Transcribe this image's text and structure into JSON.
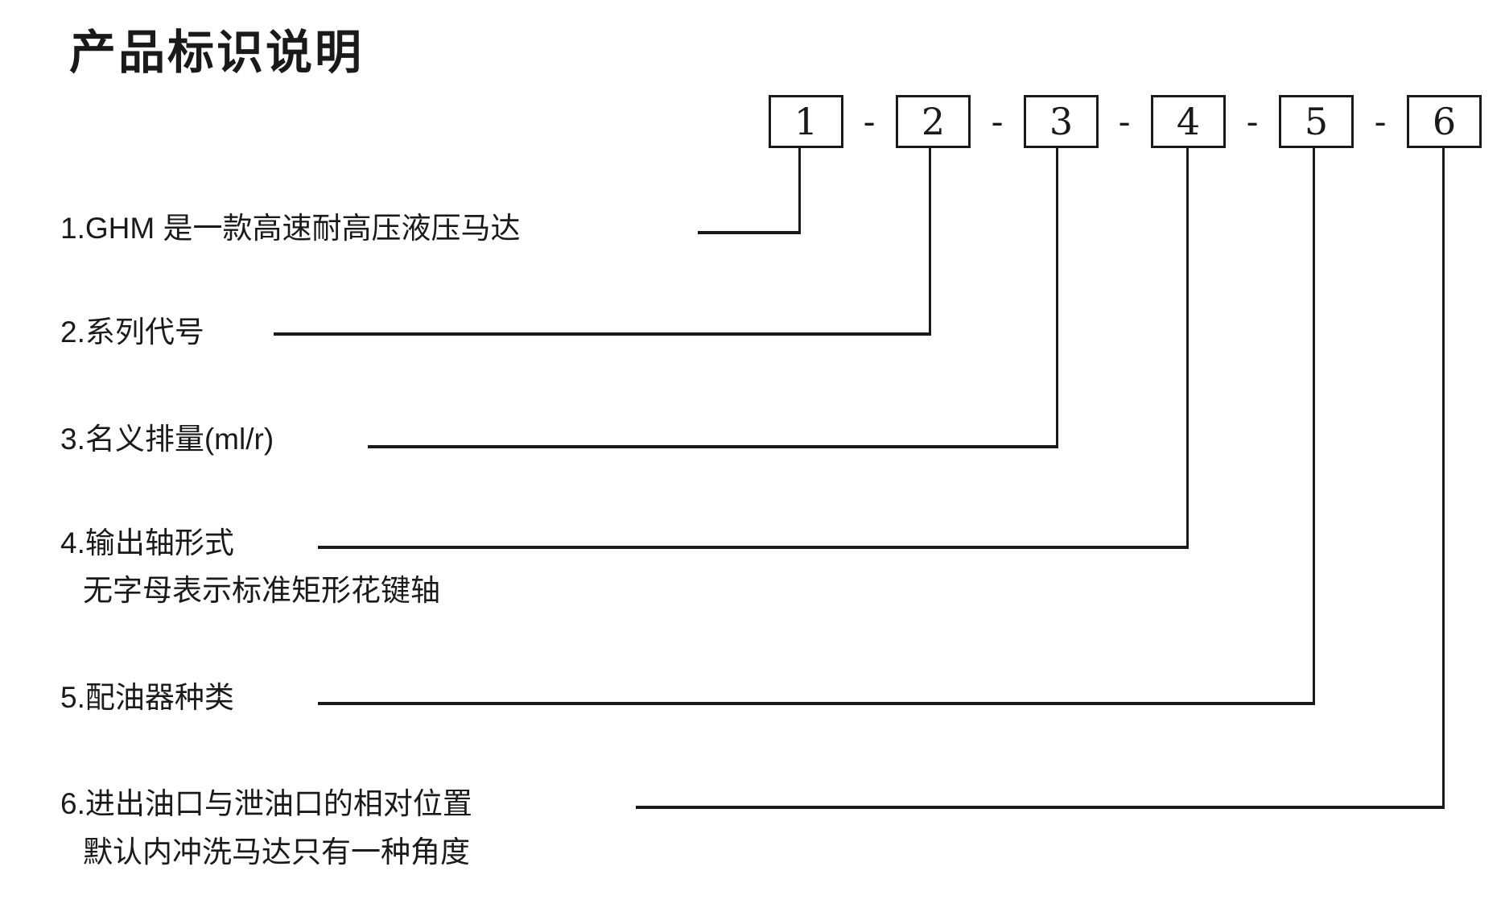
{
  "title": "产品标识说明",
  "separator": "-",
  "code_boxes": [
    "1",
    "2",
    "3",
    "4",
    "5",
    "6"
  ],
  "items": [
    {
      "label": "1.GHM 是一款高速耐高压液压马达"
    },
    {
      "label": "2.系列代号"
    },
    {
      "label": "3.名义排量(ml/r)"
    },
    {
      "label": "4.输出轴形式",
      "note": "无字母表示标准矩形花键轴"
    },
    {
      "label": "5.配油器种类"
    },
    {
      "label": "6.进出油口与泄油口的相对位置",
      "note": "默认内冲洗马达只有一种角度"
    }
  ],
  "colors": {
    "ink": "#1a1a1a",
    "background": "#ffffff"
  }
}
